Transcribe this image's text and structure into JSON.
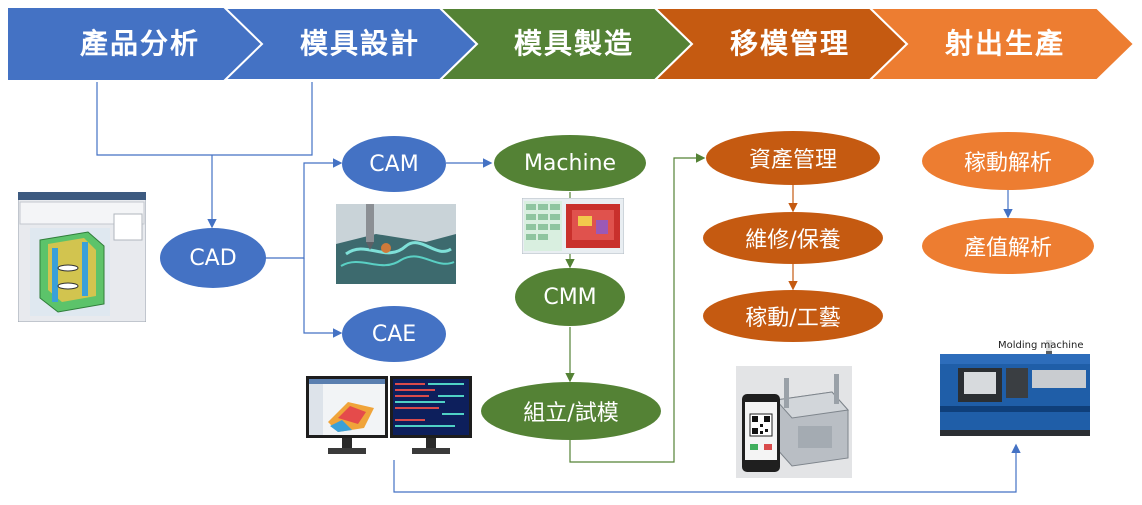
{
  "colors": {
    "design": "#4472c4",
    "manufacture": "#548235",
    "management": "#c55a11",
    "production": "#ed7d31",
    "connector": "#4472c4"
  },
  "stages": [
    {
      "label": "產品分析"
    },
    {
      "label": "模具設計"
    },
    {
      "label": "模具製造"
    },
    {
      "label": "移模管理"
    },
    {
      "label": "射出生產"
    }
  ],
  "nodes": {
    "cad": "CAD",
    "cam": "CAM",
    "cae": "CAE",
    "machine": "Machine",
    "cmm": "CMM",
    "assembly": "組立/試模",
    "asset": "資產管理",
    "repair": "維修/保養",
    "operation": "稼動/工藝",
    "utilization": "稼動解析",
    "output": "產值解析"
  },
  "images": {
    "injection_machine_caption": "Molding machine"
  }
}
